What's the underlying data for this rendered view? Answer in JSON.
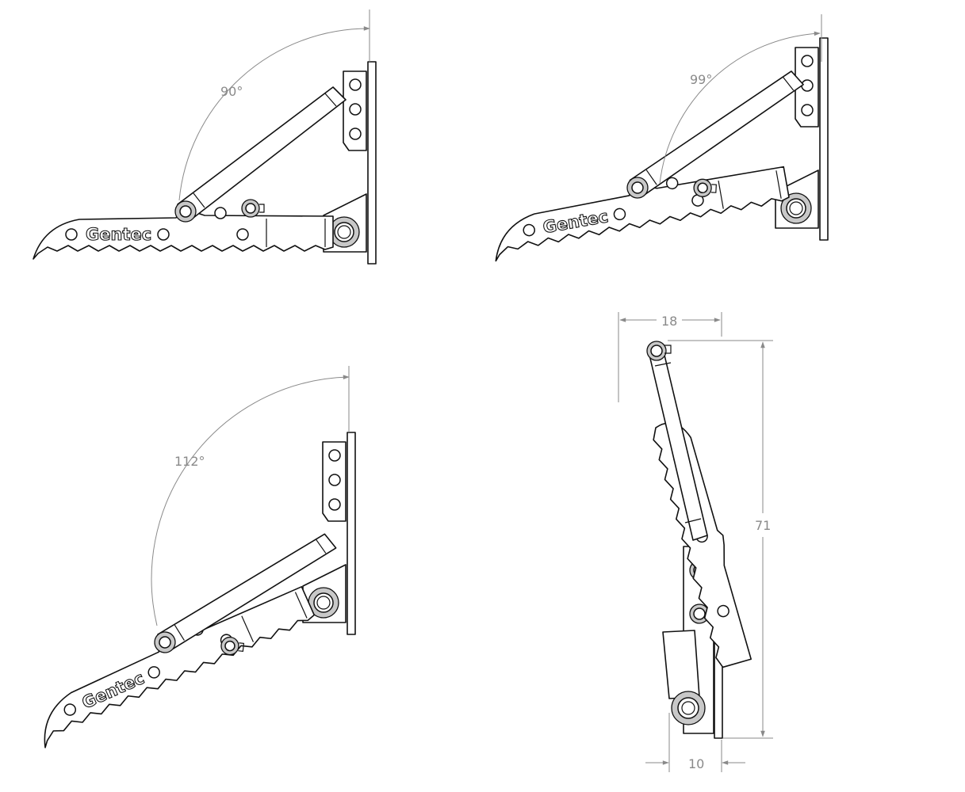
{
  "logo_text": "Gentec",
  "views": [
    {
      "name": "position-90",
      "angle_label": "90°"
    },
    {
      "name": "position-99",
      "angle_label": "99°"
    },
    {
      "name": "position-112",
      "angle_label": "112°"
    },
    {
      "name": "folded",
      "dims": {
        "width": "18",
        "height": "71",
        "depth": "10"
      }
    }
  ]
}
